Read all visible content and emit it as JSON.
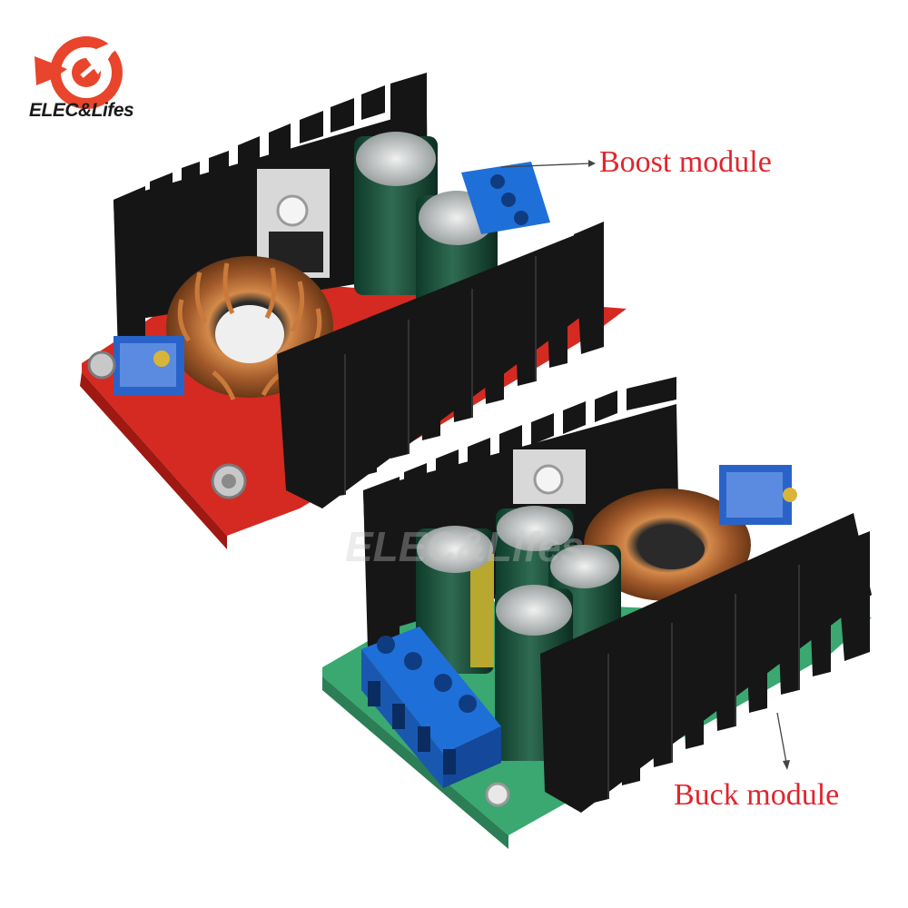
{
  "logo": {
    "text": "ELEC&Lifes",
    "accent": "#e8452c"
  },
  "labels": {
    "boost": "Boost module",
    "buck": "Buck module",
    "color": "#e0262e"
  }
}
